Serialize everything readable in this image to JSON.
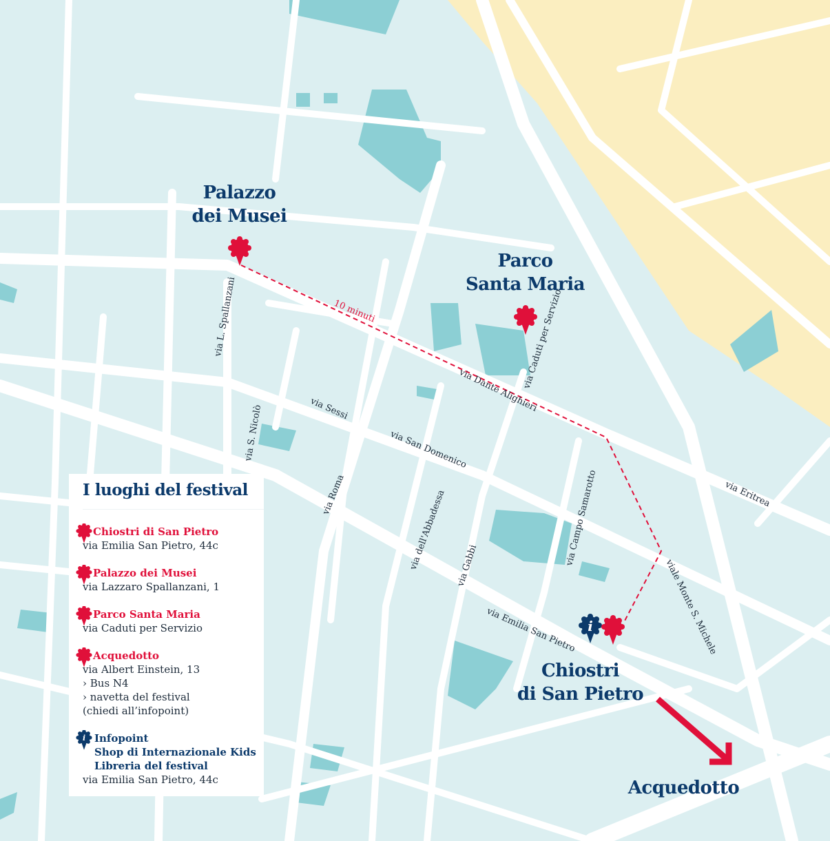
{
  "colors": {
    "background": "#dceff1",
    "road": "#ffffff",
    "building": "#8ccfd4",
    "railway": "#fbeec0",
    "navy": "#0c3a6b",
    "red": "#e0103a"
  },
  "places": [
    {
      "id": "palazzo",
      "lines": [
        "Palazzo",
        "dei Musei"
      ]
    },
    {
      "id": "parco",
      "lines": [
        "Parco",
        "Santa Maria"
      ]
    },
    {
      "id": "chiostri",
      "lines": [
        "Chiostri",
        "di San Pietro"
      ]
    },
    {
      "id": "acquedotto",
      "lines": [
        "Acquedotto"
      ]
    }
  ],
  "streets": {
    "spallanzani": "via L. Spallanzani",
    "nicolo": "via S. Nicolò",
    "sessi": "via Sessi",
    "domenico": "via San Domenico",
    "roma": "via Roma",
    "abbadessa": "via dell'Abbadessa",
    "gabbi": "via Gabbi",
    "samarotto": "via Campo Samarotto",
    "caduti": "via Caduti per Servizio",
    "dante": "via Dante Alighieri",
    "eritrea": "via Eritrea",
    "michele": "viale Monte S. Michele",
    "emilia": "via Emilia San Pietro"
  },
  "route": {
    "label": "10 minuti"
  },
  "infopoint_icon": "i",
  "legend": {
    "title": "I luoghi del festival",
    "entries": [
      {
        "name": "Chiostri di San Pietro",
        "lines": [
          "via Emilia San Pietro, 44c"
        ]
      },
      {
        "name": "Palazzo dei Musei",
        "lines": [
          "via Lazzaro Spallanzani, 1"
        ]
      },
      {
        "name": "Parco Santa Maria",
        "lines": [
          "via Caduti per Servizio"
        ]
      },
      {
        "name": "Acquedotto",
        "lines": [
          "via Albert Einstein, 13",
          "› Bus N4",
          "› navetta del festival",
          "(chiedi all’infopoint)"
        ]
      }
    ],
    "info": {
      "names": [
        "Infopoint",
        "Shop di  Internazionale Kids",
        "Libreria del festival"
      ],
      "address": "via Emilia San Pietro, 44c"
    }
  }
}
